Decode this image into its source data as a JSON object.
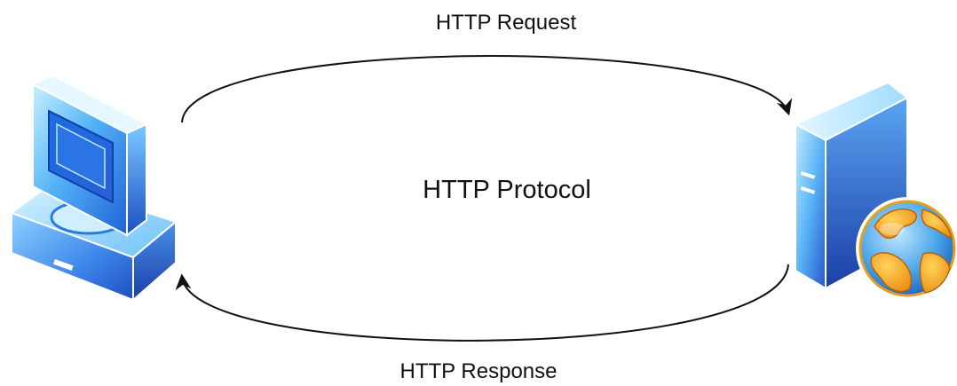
{
  "diagram": {
    "center_label": "HTTP Protocol",
    "top_arrow_label": "HTTP Request",
    "bottom_arrow_label": "HTTP Response",
    "nodes": [
      {
        "id": "client",
        "icon": "desktop-computer-icon"
      },
      {
        "id": "server",
        "icon": "web-server-globe-icon"
      }
    ],
    "edges": [
      {
        "from": "client",
        "to": "server",
        "label_ref": "top_arrow_label"
      },
      {
        "from": "server",
        "to": "client",
        "label_ref": "bottom_arrow_label"
      }
    ],
    "colors": {
      "icon_blue_light": "#aee6ff",
      "icon_blue": "#3f8ff0",
      "icon_blue_dark": "#1f4fc0",
      "globe_orange": "#f2a11a",
      "globe_blue": "#4aa6e8",
      "arrow": "#111111",
      "text": "#111111"
    }
  }
}
